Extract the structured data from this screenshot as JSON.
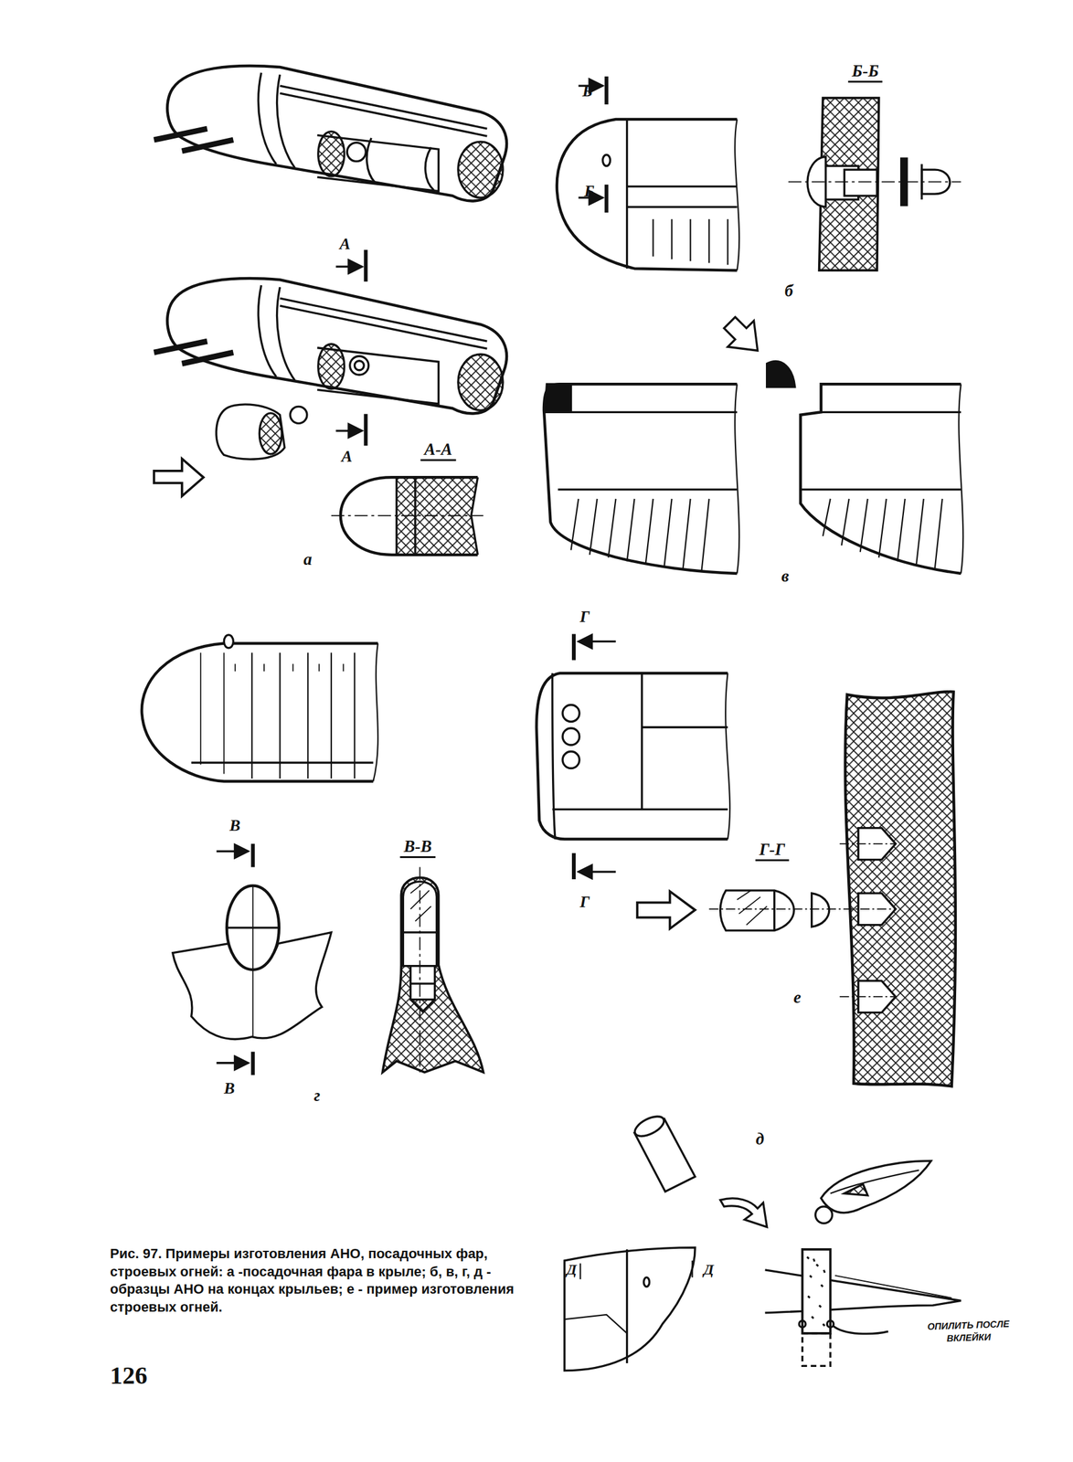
{
  "diagram": {
    "caption": "Рис. 97. Примеры изготовления АНО, посадочных фар, строевых огней: а -посадочная фара в крыле; б, в, г, д - образцы АНО на концах крыльев; е - пример изготовления строевых огней.",
    "labels": [
      "Б",
      "Б-Б",
      "Б",
      "б",
      "А",
      "А",
      "А-А",
      "а",
      "в",
      "В",
      "В-В",
      "В",
      "г",
      "Г",
      "Г-Г",
      "Г",
      "е",
      "д",
      "Д",
      "Д",
      "ОПИЛИТЬ ПОСЛЕ ВКЛЕЙКИ",
      "126"
    ]
  }
}
